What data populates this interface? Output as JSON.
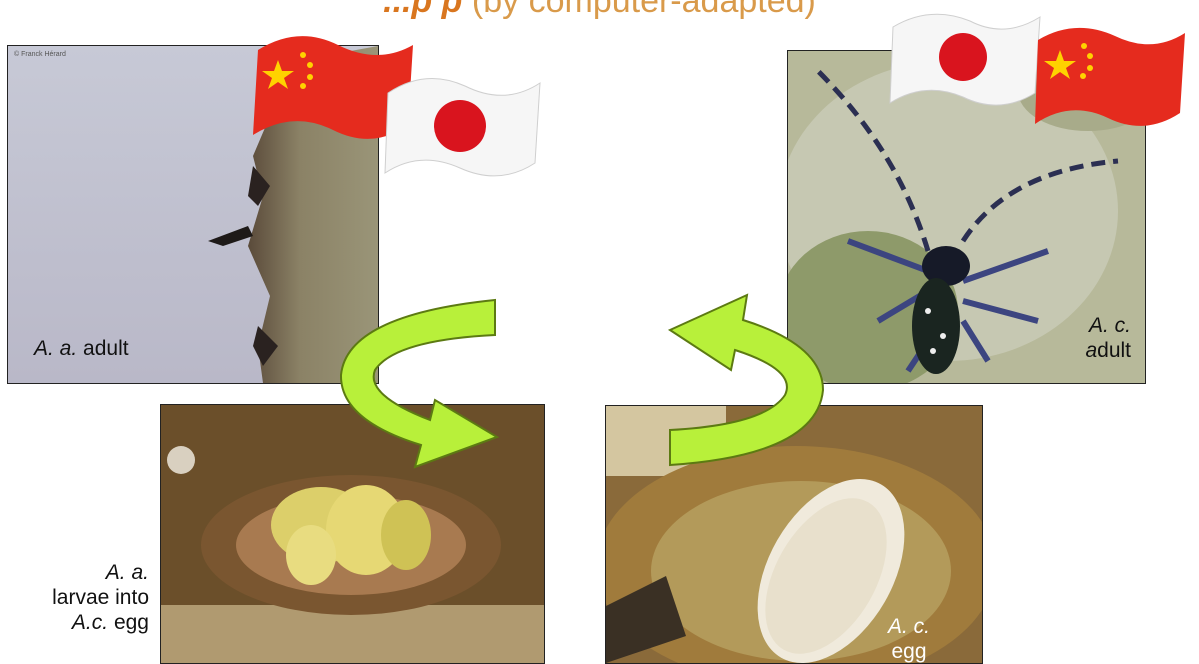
{
  "title": {
    "emphasis": "...p p",
    "rest": "(by computer-adapted)"
  },
  "panels": {
    "aa_adult": {
      "caption_species": "A. a.",
      "caption_text": "adult",
      "credit": "© Franck Hérard"
    },
    "ac_adult": {
      "caption_species": "A. c.",
      "caption_text": "adult",
      "caption_lead": "a"
    },
    "aa_larvae": {
      "line1": "A. a.",
      "line2": "larvae into",
      "line3_species": "A.c.",
      "line3_text": "egg"
    },
    "ac_egg": {
      "line1": "A. c.",
      "line2": "egg"
    }
  },
  "flags": [
    "china-flag",
    "japan-flag",
    "japan-flag",
    "china-flag"
  ],
  "colors": {
    "arrow_fill": "#b8f03a",
    "arrow_stroke": "#5c7a12",
    "title": "#d9761f"
  }
}
